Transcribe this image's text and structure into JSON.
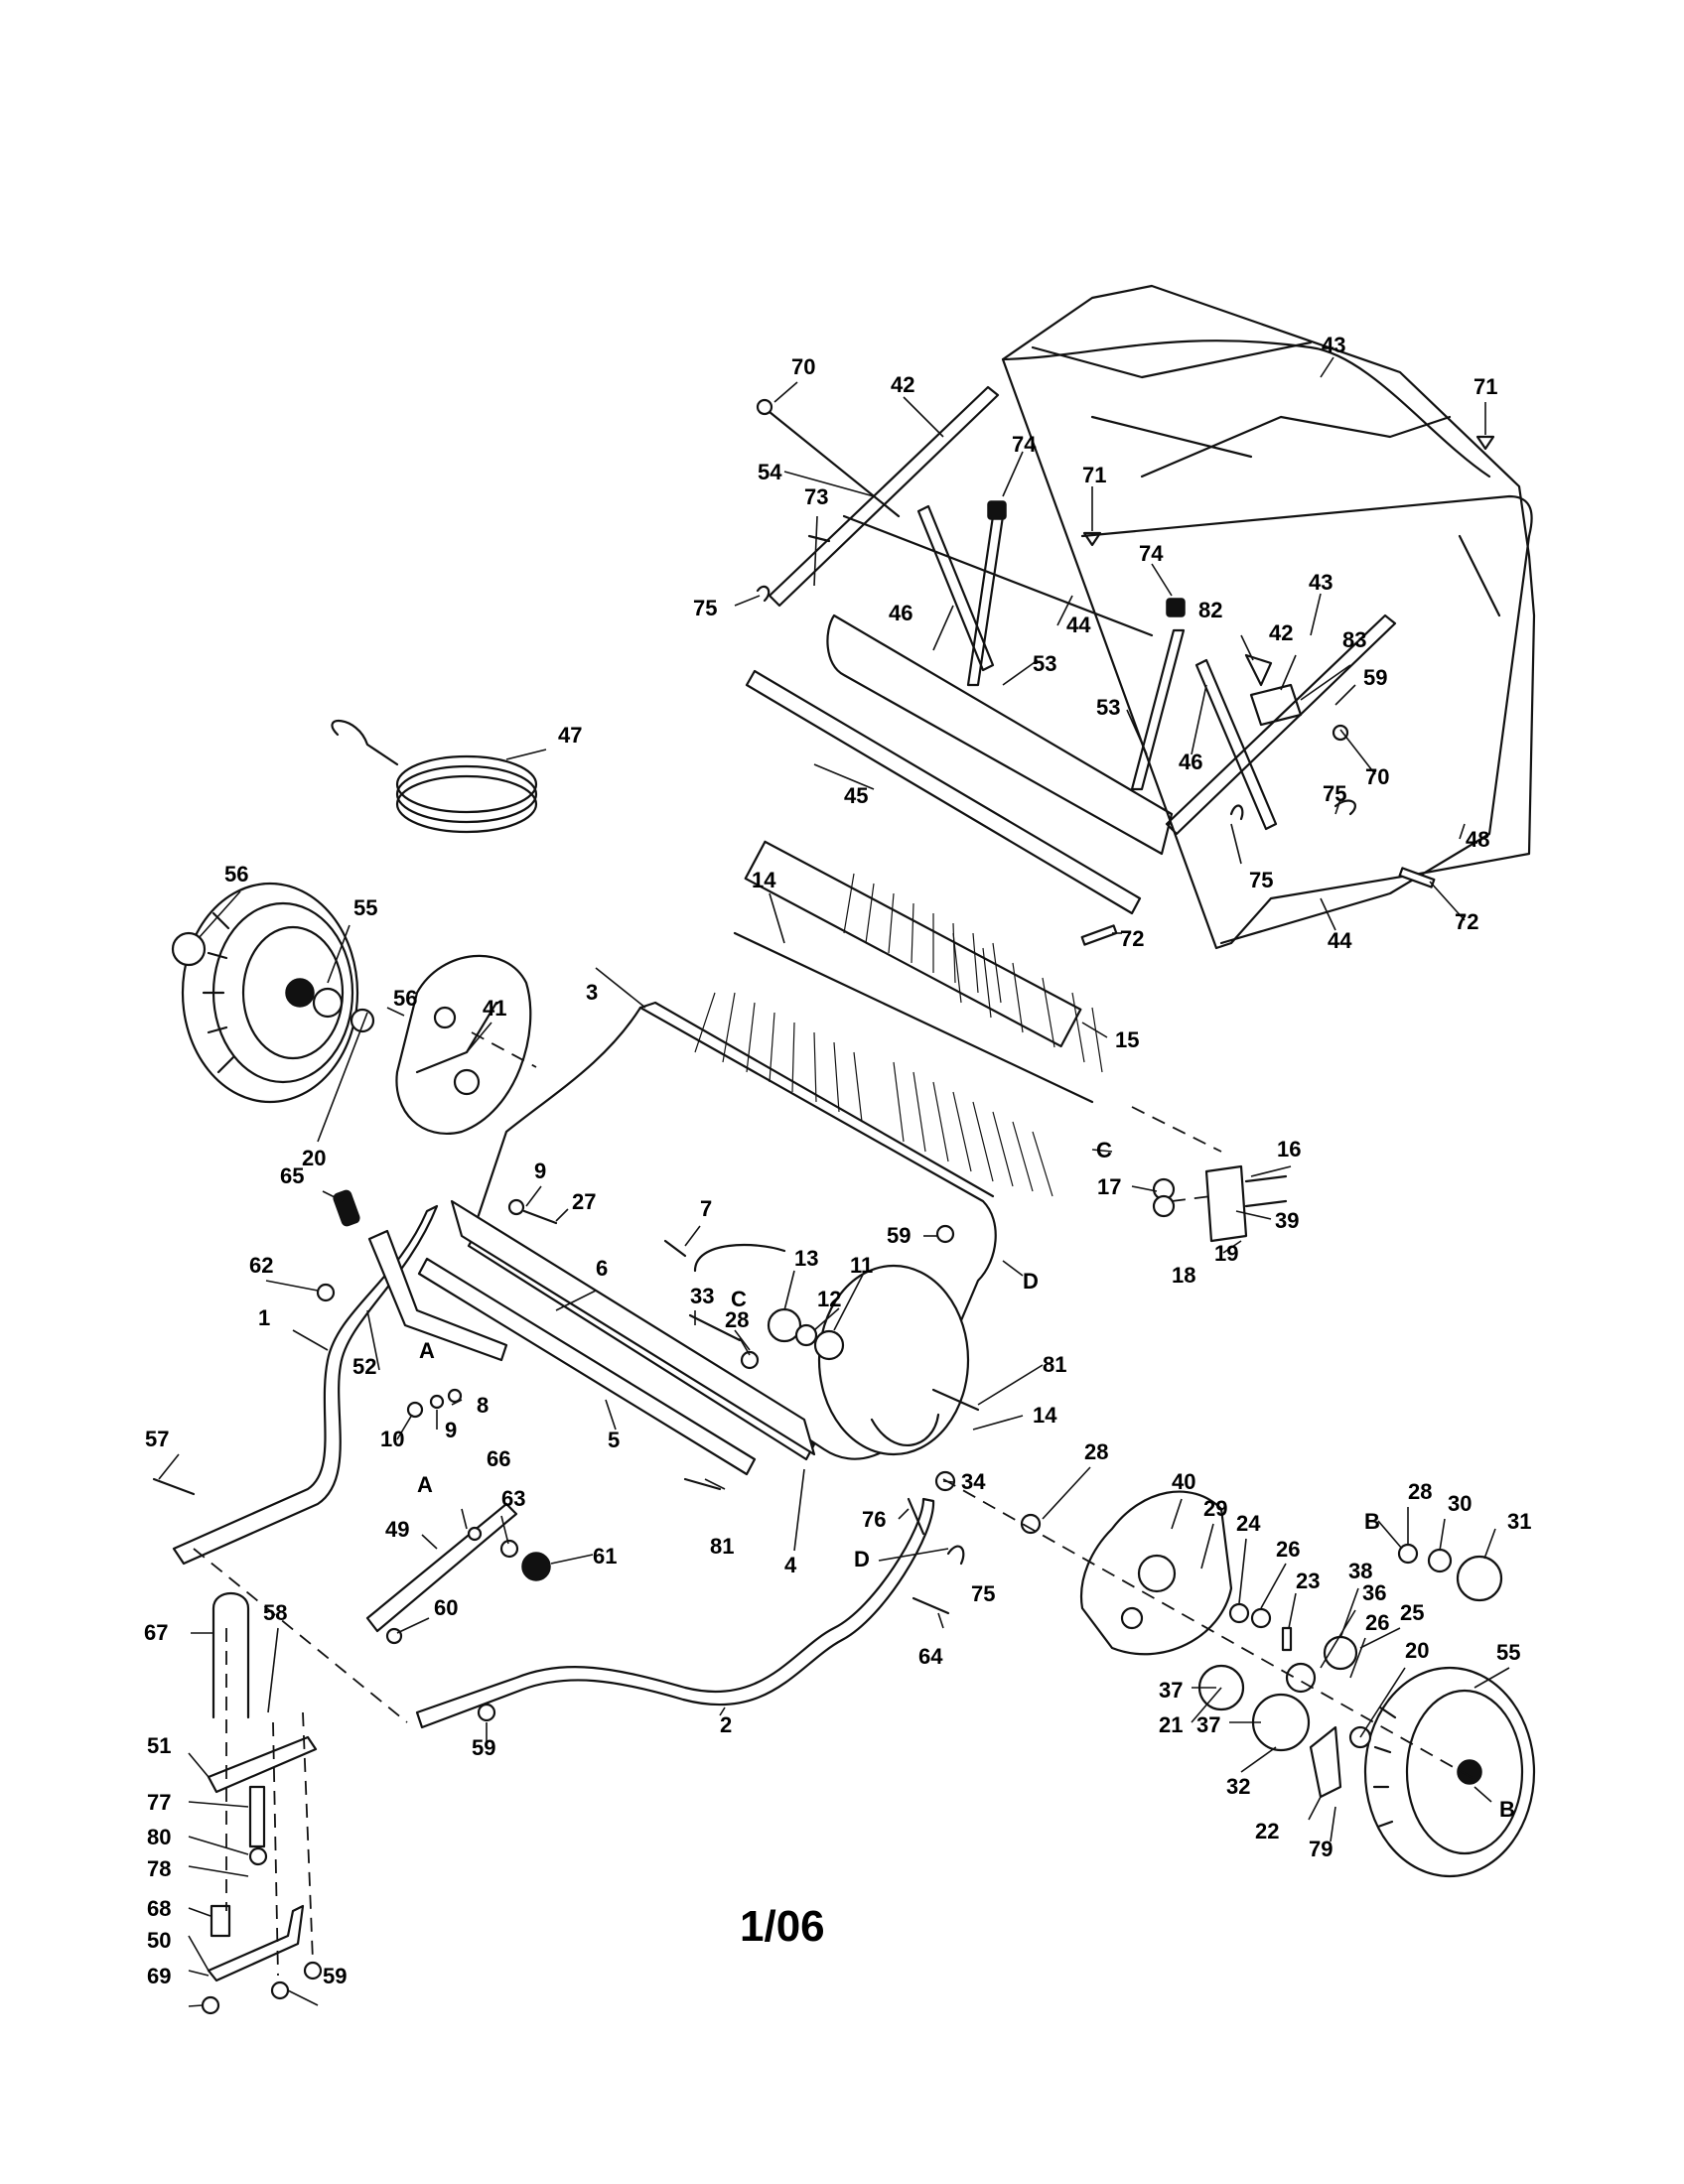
{
  "date_code": "1/06",
  "part_labels": {
    "l70a": "70",
    "l42a": "42",
    "l43a": "43",
    "l71a": "71",
    "l54": "54",
    "l74a": "74",
    "l71b": "71",
    "l73": "73",
    "l74b": "74",
    "l43b": "43",
    "l75a": "75",
    "l46a": "46",
    "l44a": "44",
    "l82": "82",
    "l42b": "42",
    "l83": "83",
    "l53a": "53",
    "l53b": "53",
    "l59a": "59",
    "l46b": "46",
    "l70b": "70",
    "l47": "47",
    "l45": "45",
    "l75b": "75",
    "l48": "48",
    "l75c": "75",
    "l72a": "72",
    "l72b": "72",
    "l44b": "44",
    "l56a": "56",
    "l14a": "14",
    "l55a": "55",
    "l56b": "56",
    "l3": "3",
    "l41": "41",
    "l15": "15",
    "l20a": "20",
    "lCa": "C",
    "l16": "16",
    "l65": "65",
    "l9a": "9",
    "l27": "27",
    "l17": "17",
    "l39": "39",
    "l7": "7",
    "l59b": "59",
    "l19": "19",
    "l62": "62",
    "l6": "6",
    "l13": "13",
    "l11": "11",
    "lDa": "D",
    "l18": "18",
    "l33": "33",
    "lCb": "C",
    "l12": "12",
    "l1": "1",
    "l28a": "28",
    "lAa": "A",
    "l52": "52",
    "l8": "8",
    "l81a": "81",
    "l9b": "9",
    "l10": "10",
    "l14b": "14",
    "l57": "57",
    "l5": "5",
    "l66": "66",
    "lAb": "A",
    "l28b": "28",
    "l34": "34",
    "l40": "40",
    "l63": "63",
    "l28c": "28",
    "lBa": "B",
    "l30": "30",
    "l29": "29",
    "l31": "31",
    "l49": "49",
    "l61": "61",
    "l4": "4",
    "l81b": "81",
    "l76": "76",
    "l24": "24",
    "l26a": "26",
    "lDb": "D",
    "l75d": "75",
    "l38": "38",
    "l23": "23",
    "l36": "36",
    "l67": "67",
    "l58": "58",
    "l60": "60",
    "l64": "64",
    "l25": "25",
    "l26b": "26",
    "l20b": "20",
    "l55b": "55",
    "l37a": "37",
    "l21": "21",
    "l37b": "37",
    "l2": "2",
    "l51": "51",
    "l59c": "59",
    "l32": "32",
    "lBb": "B",
    "l77": "77",
    "l22": "22",
    "l79": "79",
    "l80": "80",
    "l78": "78",
    "l68": "68",
    "l50": "50",
    "l69": "69",
    "l59d": "59"
  }
}
